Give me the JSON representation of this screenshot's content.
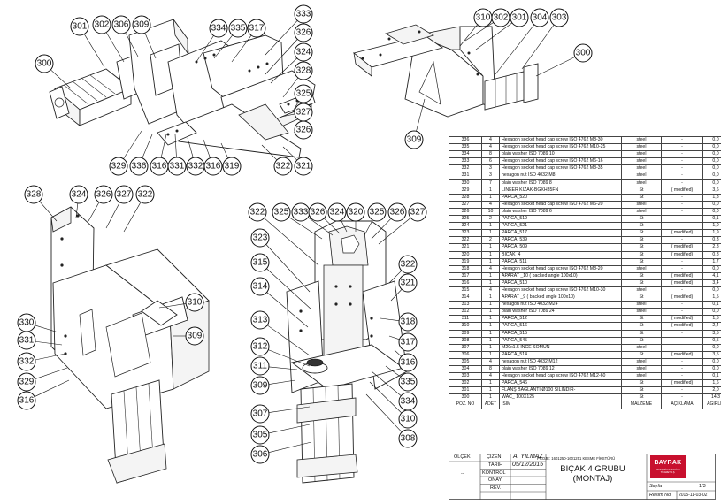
{
  "bom": {
    "header": {
      "poz": "POZ. NO",
      "adet": "ADET",
      "isim": "İSİM",
      "malzeme": "MALZEME",
      "aciklama": "AÇIKLAMA",
      "agirlik": "AĞIRLIK"
    },
    "rows": [
      {
        "poz": "336",
        "adet": "4",
        "isim": "Hexagon socket head cap screw ISO 4762 M8-30",
        "malzeme": "steel",
        "aciklama": "-",
        "agirlik": "0,0"
      },
      {
        "poz": "335",
        "adet": "4",
        "isim": "Hexagon socket head cap screw ISO 4762 M10-25",
        "malzeme": "steel",
        "aciklama": "-",
        "agirlik": "0,0"
      },
      {
        "poz": "334",
        "adet": "8",
        "isim": "plain washer ISO 7089 10",
        "malzeme": "steel",
        "aciklama": "-",
        "agirlik": "0,0"
      },
      {
        "poz": "333",
        "adet": "6",
        "isim": "Hexagon socket head cap screw ISO 4762 M6-16",
        "malzeme": "steel",
        "aciklama": "-",
        "agirlik": "0,0"
      },
      {
        "poz": "332",
        "adet": "3",
        "isim": "Hexagon socket head cap screw ISO 4762 M8-35",
        "malzeme": "steel",
        "aciklama": "-",
        "agirlik": "0,0"
      },
      {
        "poz": "331",
        "adet": "3",
        "isim": "hexagon nut ISO 4032 M8",
        "malzeme": "steel",
        "aciklama": "-",
        "agirlik": "0,0"
      },
      {
        "poz": "330",
        "adet": "7",
        "isim": "plain washer ISO 7089 8",
        "malzeme": "steel",
        "aciklama": "-",
        "agirlik": "0,0"
      },
      {
        "poz": "329",
        "adet": "1",
        "isim": "LINEER KIZAK-BGXH35FN",
        "malzeme": "St",
        "aciklama": "( modified)",
        "agirlik": "3,6"
      },
      {
        "poz": "328",
        "adet": "1",
        "isim": "PARCA_520",
        "malzeme": "St",
        "aciklama": "-",
        "agirlik": "1,3"
      },
      {
        "poz": "327",
        "adet": "4",
        "isim": "Hexagon socket head cap screw ISO 4762 M6-20",
        "malzeme": "steel",
        "aciklama": "-",
        "agirlik": "0,0"
      },
      {
        "poz": "326",
        "adet": "10",
        "isim": "plain washer ISO 7089 6",
        "malzeme": "steel",
        "aciklama": "-",
        "agirlik": "0,0"
      },
      {
        "poz": "325",
        "adet": "2",
        "isim": "PARCA_519",
        "malzeme": "St",
        "aciklama": "-",
        "agirlik": "0,1"
      },
      {
        "poz": "324",
        "adet": "1",
        "isim": "PARCA_521",
        "malzeme": "St",
        "aciklama": "-",
        "agirlik": "1,0"
      },
      {
        "poz": "323",
        "adet": "1",
        "isim": "PARCA_517",
        "malzeme": "St",
        "aciklama": "( modified)",
        "agirlik": "1,9"
      },
      {
        "poz": "322",
        "adet": "2",
        "isim": "PARCA_539",
        "malzeme": "St",
        "aciklama": "-",
        "agirlik": "0,3"
      },
      {
        "poz": "321",
        "adet": "1",
        "isim": "PARCA_509",
        "malzeme": "St",
        "aciklama": "( modified)",
        "agirlik": "2,8"
      },
      {
        "poz": "320",
        "adet": "1",
        "isim": "BIÇAK_4",
        "malzeme": "St",
        "aciklama": "( modified)",
        "agirlik": "0,8"
      },
      {
        "poz": "319",
        "adet": "1",
        "isim": "PARCA_511",
        "malzeme": "St",
        "aciklama": "-",
        "agirlik": "1,7"
      },
      {
        "poz": "318",
        "adet": "4",
        "isim": "Hexagon socket head cap screw ISO 4762 M8-20",
        "malzeme": "steel",
        "aciklama": "-",
        "agirlik": "0,0"
      },
      {
        "poz": "317",
        "adet": "1",
        "isim": "APARAT _10 ( backed angle 100x10)",
        "malzeme": "St",
        "aciklama": "( modified)",
        "agirlik": "4,1"
      },
      {
        "poz": "316",
        "adet": "1",
        "isim": "PARCA_510",
        "malzeme": "St",
        "aciklama": "( modified)",
        "agirlik": "3,4"
      },
      {
        "poz": "315",
        "adet": "4",
        "isim": "Hexagon socket head cap screw ISO 4762 M10-30",
        "malzeme": "steel",
        "aciklama": "-",
        "agirlik": "0,0"
      },
      {
        "poz": "314",
        "adet": "1",
        "isim": "APARAT _9 ( backed angle 100x10)",
        "malzeme": "St",
        "aciklama": "( modified)",
        "agirlik": "1,5"
      },
      {
        "poz": "313",
        "adet": "1",
        "isim": "hexagon nut ISO 4032 M24",
        "malzeme": "steel",
        "aciklama": "-",
        "agirlik": "0,1"
      },
      {
        "poz": "312",
        "adet": "1",
        "isim": "plain washer ISO 7089 24",
        "malzeme": "steel",
        "aciklama": "-",
        "agirlik": "0,0"
      },
      {
        "poz": "311",
        "adet": "1",
        "isim": "PARCA_512",
        "malzeme": "St",
        "aciklama": "( modified)",
        "agirlik": "1,5"
      },
      {
        "poz": "310",
        "adet": "1",
        "isim": "PARCA_516",
        "malzeme": "St",
        "aciklama": "( modified)",
        "agirlik": "2,4"
      },
      {
        "poz": "309",
        "adet": "1",
        "isim": "PARCA_515",
        "malzeme": "St",
        "aciklama": "-",
        "agirlik": "3,5"
      },
      {
        "poz": "308",
        "adet": "1",
        "isim": "PARCA_545",
        "malzeme": "St",
        "aciklama": "-",
        "agirlik": "0,5"
      },
      {
        "poz": "307",
        "adet": "1",
        "isim": "M20x1.5 İNCE SOMUN",
        "malzeme": "steel",
        "aciklama": "-",
        "agirlik": "0,0"
      },
      {
        "poz": "306",
        "adet": "1",
        "isim": "PARCA_514",
        "malzeme": "St",
        "aciklama": "( modified)",
        "agirlik": "3,5"
      },
      {
        "poz": "305",
        "adet": "4",
        "isim": "hexagon nut ISO 4032 M12",
        "malzeme": "steel",
        "aciklama": "-",
        "agirlik": "0,0"
      },
      {
        "poz": "304",
        "adet": "8",
        "isim": "plain washer ISO 7089 12",
        "malzeme": "steel",
        "aciklama": "-",
        "agirlik": "0,0"
      },
      {
        "poz": "303",
        "adet": "4",
        "isim": "Hexagon socket head cap screw ISO 4762 M12-60",
        "malzeme": "steel",
        "aciklama": "-",
        "agirlik": "0,1"
      },
      {
        "poz": "302",
        "adet": "1",
        "isim": "PARCA_546",
        "malzeme": "St",
        "aciklama": "( modified)",
        "agirlik": "1,6"
      },
      {
        "poz": "301",
        "adet": "1",
        "isim": "FLANŞ BAĞLANTI-Ø100 SİLİNDİR-",
        "malzeme": "St",
        "aciklama": "-",
        "agirlik": "2,0"
      },
      {
        "poz": "300",
        "adet": "1",
        "isim": "WAC_ 100X125",
        "malzeme": "St",
        "aciklama": "-",
        "agirlik": "14,3"
      }
    ]
  },
  "title_block": {
    "olcek": "ÖLÇEK",
    "olcek_value": "--",
    "cizen": "ÇİZEN",
    "tarih": "TARİH",
    "kontrol": "KONTROL",
    "onay": "ONAY",
    "rev": "REV.",
    "drawn_by": "A. YILMAZ",
    "date": "05/12/2015",
    "project": "PROJE: 1601250-1601251 KESME FİKSTÜRÜ",
    "title_line1": "BIÇAK 4 GRUBU",
    "title_line2": "(MONTAJ)",
    "logo": "BAYRAK",
    "logo_sub": "OTOMOTİV SANAYİ VE TİCARET A.Ş.",
    "sayfa_label": "Sayfa",
    "sayfa_value": "1/3",
    "resim_no_label": "Resim No",
    "resim_no_value": "2015-11-03-02"
  },
  "balloons": {
    "view_top_left": [
      "300",
      "301",
      "302",
      "306",
      "309",
      "334",
      "335",
      "317",
      "333",
      "326",
      "324",
      "328",
      "325",
      "327",
      "326",
      "321",
      "322",
      "319",
      "316",
      "332",
      "331",
      "316",
      "336",
      "329"
    ],
    "view_top_right": [
      "310",
      "302",
      "301",
      "304",
      "303",
      "300",
      "309"
    ],
    "view_bottom_left": [
      "328",
      "324",
      "326",
      "327",
      "322",
      "310",
      "309",
      "330",
      "331",
      "332",
      "329",
      "316"
    ],
    "view_bottom_center": [
      "322",
      "325",
      "333",
      "326",
      "324",
      "320",
      "325",
      "326",
      "327",
      "323",
      "315",
      "314",
      "313",
      "312",
      "311",
      "309",
      "307",
      "305",
      "306",
      "322",
      "321",
      "318",
      "317",
      "316",
      "335",
      "334",
      "310",
      "308"
    ]
  }
}
